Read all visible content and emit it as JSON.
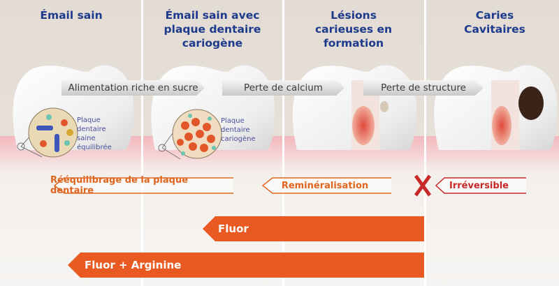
{
  "columns": [
    {
      "title": "Émail sain"
    },
    {
      "title": "Émail sain avec plaque dentaire cariogène"
    },
    {
      "title": "Lésions carieuses en formation"
    },
    {
      "title": "Caries Cavitaires"
    }
  ],
  "process_arrows": [
    {
      "label": "Alimentation riche en sucre"
    },
    {
      "label": "Perte de calcium"
    },
    {
      "label": "Perte de structure"
    }
  ],
  "plaque_labels": [
    {
      "label": "Plaque dentaire saine équilibrée"
    },
    {
      "label": "Plaque dentaire cariogène"
    }
  ],
  "reversal_arrows": [
    {
      "label": "Rééquilibrage de la plaque dentaire",
      "color": "#e0651f"
    },
    {
      "label": "Reminéralisation",
      "color": "#e0651f"
    },
    {
      "label": "Irréversible",
      "color": "#c62828"
    }
  ],
  "treatment_bars": [
    {
      "label": "Fluor"
    },
    {
      "label": "Fluor + Arginine"
    }
  ],
  "colors": {
    "title": "#1e3a8c",
    "bar": "#e95a22",
    "cross": "#c62828"
  }
}
